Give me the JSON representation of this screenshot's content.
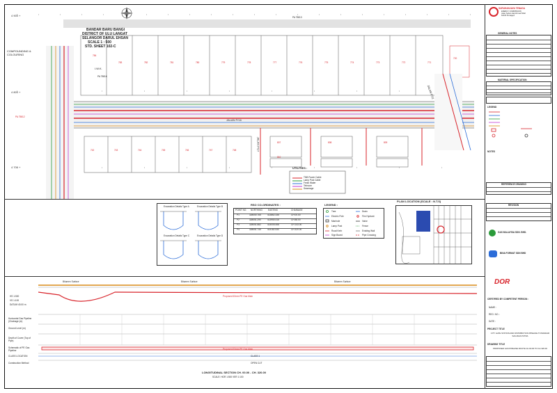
{
  "title_block": {
    "company": "SURUHANJAYA TENAGA",
    "company_sub": [
      "ENERGY COMMISSION",
      "Jalan Sultan Haji Ahmad Shah",
      "62100 Putrajaya"
    ],
    "client": "GAS MALAYSIA SDN. BHD.",
    "consultant": "BINA FORMAT SDN BHD",
    "contractor_logo_text": "DOR",
    "project_title_heading": "PROJECT TITLE",
    "project_title": "CITY GATE STATION AND DISTRIBUTION PIPELINE TO BANDAR SAUJANA PUTRA",
    "drawing_title_heading": "DRAWING TITLE",
    "drawing_title": "PROPOSED GAS PIPELINE ROUTE CH 00.00 TO CH 320.00",
    "general_notes_heading": "GENERAL NOTES",
    "material_spec_heading": "MATERIAL SPECIFICATION",
    "legend_heading": "LEGEND",
    "notes_heading": "NOTES",
    "reference_heading": "REFERENCE DRAWING",
    "revision_heading": "REVISION",
    "certified_heading": "CERTIFIED BY COMPETENT PERSON :",
    "cert_fields": [
      "NAME :",
      "REG. NO. :",
      "DATE :"
    ]
  },
  "plan": {
    "title_lines": [
      "BANDAR BARU BANGI",
      "DISTRICT OF ULU LANGAT",
      "SELANGOR DARUL EHSAN",
      "SCALE 1 : 500",
      "STD. SHEET 102-C"
    ],
    "compounding": "COMPOUNDING & COLOURING",
    "iwk": "I.W.K.",
    "iwk_lot": "PA 75816",
    "road1": "JALAN P/16",
    "road2": "JALAN P/17",
    "road_side": "JALAN P/11",
    "pa_top": "PA 75813",
    "pa_left": "PA 75812",
    "lots_top": [
      "784",
      "783",
      "782",
      "781",
      "780",
      "779",
      "778",
      "777",
      "776",
      "775",
      "774",
      "773",
      "772",
      "771"
    ],
    "lots_bottom": [
      "742",
      "743",
      "744",
      "745",
      "746",
      "747",
      "748"
    ],
    "lots_special": [
      "720",
      "807",
      "808",
      "809",
      "810"
    ],
    "utilities_heading": "UTILITIES :",
    "utilities": [
      "TNB Power Cable",
      "Lamp Post Cable",
      "Fresh Water",
      "Telecom",
      "Sewerage"
    ]
  },
  "mid": {
    "details": [
      "Excavation Details Type A",
      "Excavation Details Type B",
      "Excavation Details Type C",
      "Excavation Details Type D"
    ],
    "coord_heading": "RSO CO-ORDINATES :",
    "coord_cols": [
      "POINT NO.",
      "NORTHING",
      "EASTING",
      "CHAINAGE"
    ],
    "coord_rows": [
      [
        "P1",
        "328050.765",
        "413862.336",
        "CH 00.00"
      ],
      [
        "P2",
        "328051.290",
        "413950.416",
        "CH 88.00"
      ],
      [
        "P3",
        "328051.882",
        "414005.458",
        "CH 143.00"
      ],
      [
        "P4",
        "328051.745",
        "414182.530",
        "CH 320.00"
      ]
    ],
    "legend_heading": "LEGEND :",
    "legend_items": [
      "Tree",
      "Electric Pole",
      "Manhole",
      "Lamp Post",
      "Road Kerb",
      "Sign Board",
      "Drain",
      "Fire Hydrant",
      "Valve",
      "Fence",
      "Existing Wall",
      "Pipe Crossing"
    ],
    "location_plan": "PLAN LOCATION (SCALE : N.T.S)"
  },
  "profile": {
    "hs": "HS 1:500",
    "vs": "VS 1:100",
    "datum": "DATUM 40.00 m",
    "surface_label": "Bitumen Surface",
    "pipe_label": "Proposed 63mm PE Gas Main",
    "row_labels": [
      "Horizontal Gas Pipeline (Chainage (m)",
      "Ground Level (m)",
      "Depth of Cover (Top of Pipe)",
      "Schematic of PE Gas Pipeline",
      "CLASS LOCATION",
      "Construction Method"
    ],
    "class_location": "CLASS 1",
    "construction_method": "OPEN CUT",
    "footer_title": "LONGITUDINAL SECTION CH. 00.00 - CH. 320.00",
    "footer_scale": "SCALE: HOR 1:500 VER 1:100"
  },
  "colors": {
    "pipe_red": "#d8232a",
    "road_grey": "#b0b0b0",
    "water_blue": "#2b6cd8",
    "utility_green": "#2a9b3a",
    "bitumen_orange": "#d98a17"
  }
}
